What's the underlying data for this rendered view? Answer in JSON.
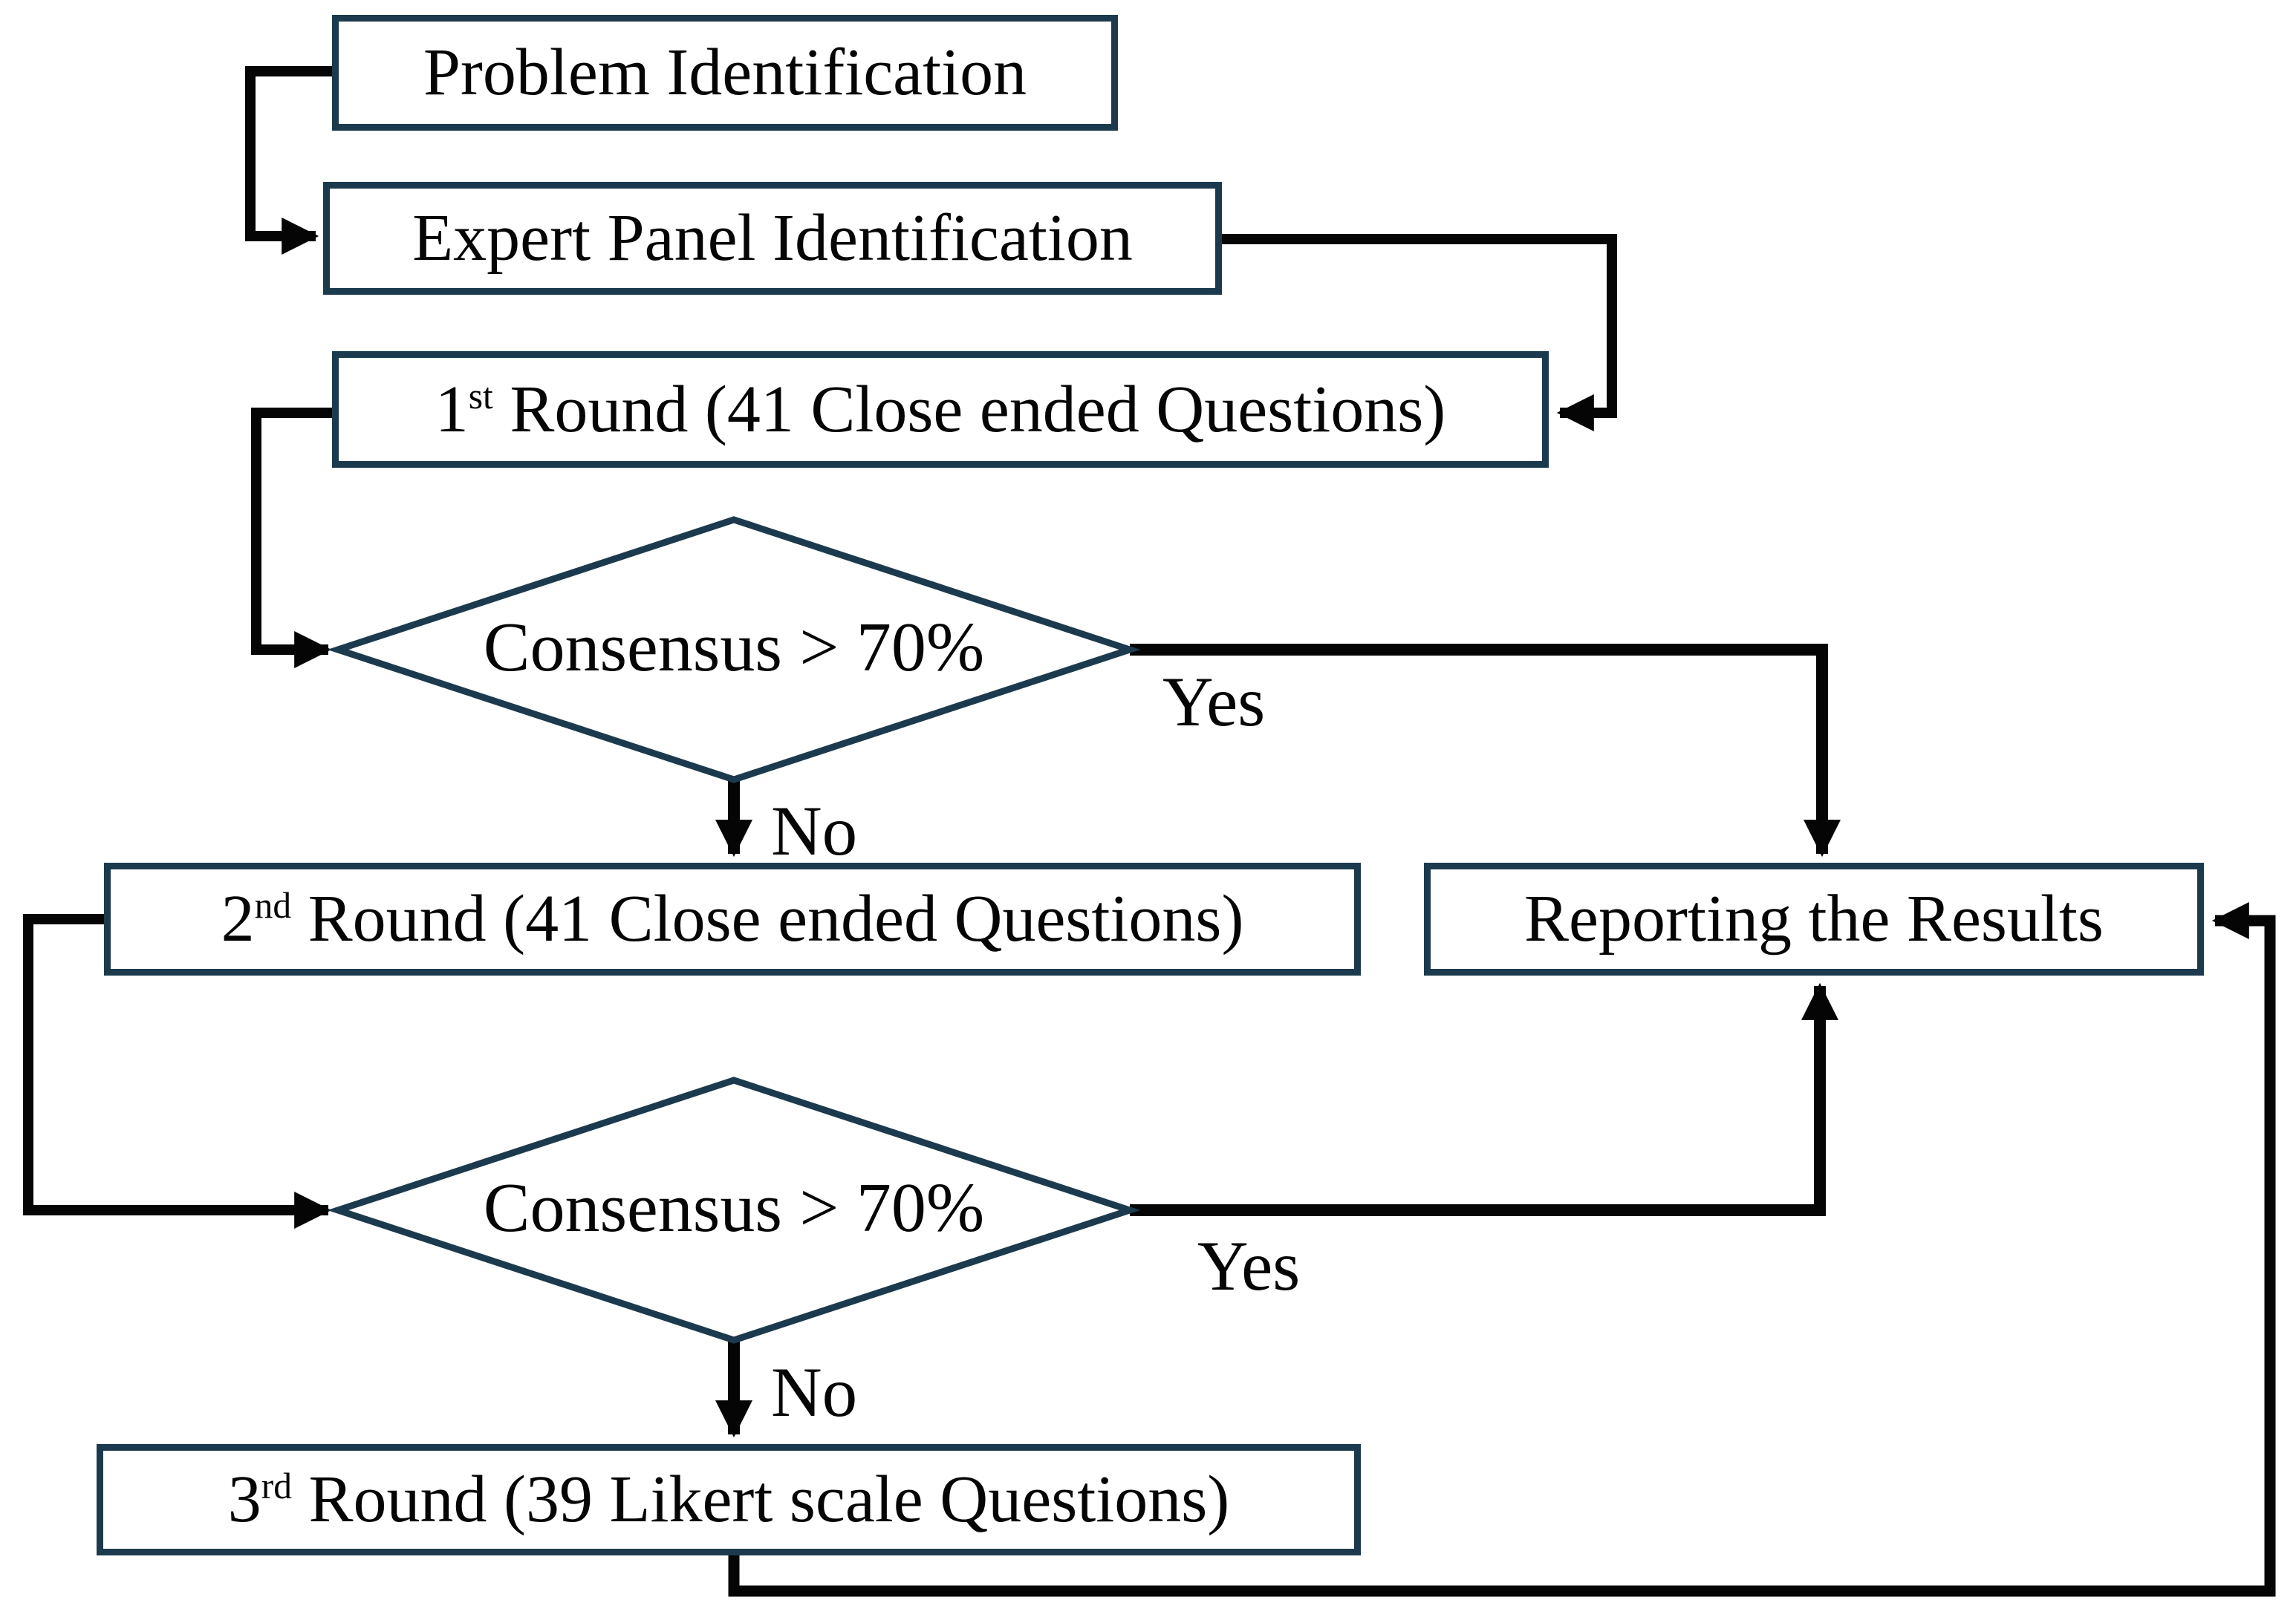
{
  "flowchart": {
    "boxes": {
      "problem": {
        "label": "Problem Identification"
      },
      "expert": {
        "label": "Expert Panel Identification"
      },
      "round1": {
        "num": "1",
        "sup": "st",
        "rest": " Round (41 Close ended Questions)"
      },
      "round2": {
        "num": "2",
        "sup": "nd",
        "rest": " Round (41 Close ended Questions)"
      },
      "round3": {
        "num": "3",
        "sup": "rd",
        "rest": " Round (39 Likert scale Questions)"
      },
      "reporting": {
        "label": "Reporting the Results"
      }
    },
    "decisions": {
      "d1": {
        "label": "Consensus > 70%"
      },
      "d2": {
        "label": "Consensus > 70%"
      }
    },
    "edge_labels": {
      "yes1": "Yes",
      "no1": "No",
      "yes2": "Yes",
      "no2": "No"
    },
    "colors": {
      "box_border": "#1b3a4e",
      "connector": "#050505",
      "text": "#050505",
      "background": "#ffffff"
    }
  }
}
